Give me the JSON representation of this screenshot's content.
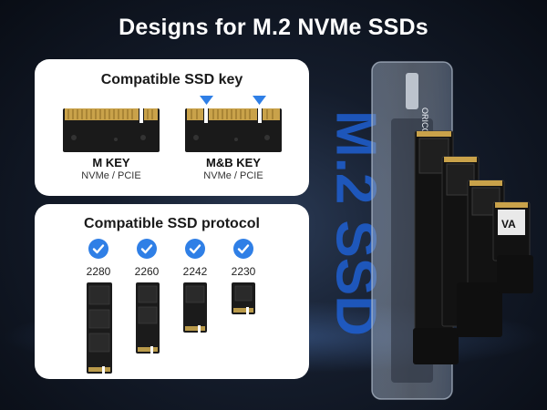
{
  "header": {
    "title": "Designs for M.2 NVMe SSDs"
  },
  "key_card": {
    "title": "Compatible SSD key",
    "keys": [
      {
        "name": "M KEY",
        "sub": "NVMe / PCIE"
      },
      {
        "name": "M&B KEY",
        "sub": "NVMe / PCIE"
      }
    ]
  },
  "protocol_card": {
    "title": "Compatible SSD protocol",
    "sizes": [
      "2280",
      "2260",
      "2242",
      "2230"
    ]
  },
  "product": {
    "side_text": "M.2 SSD",
    "brand": "ORICO"
  },
  "colors": {
    "accent": "#2f7fe6",
    "side_text": "#1f5fd1",
    "background": "#0f1624"
  }
}
